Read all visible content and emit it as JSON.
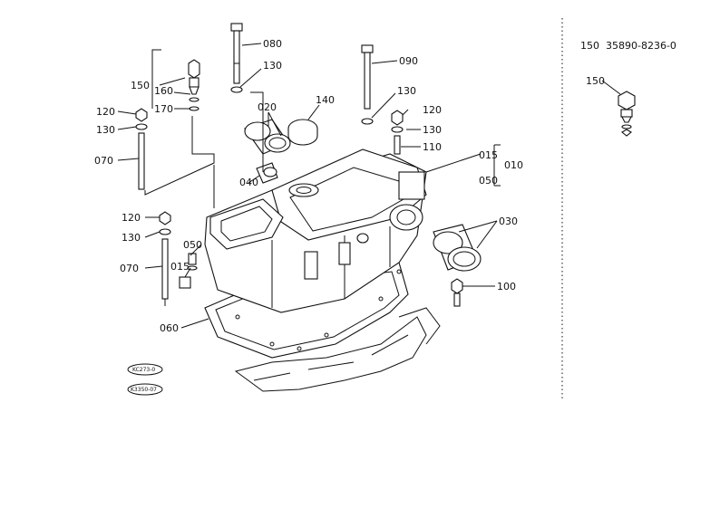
{
  "header": {
    "ref_number": "150",
    "part_number": "35890-8236-0"
  },
  "inset": {
    "label": "150"
  },
  "callouts": {
    "c080": "080",
    "c090": "090",
    "c130a": "130",
    "c130b": "130",
    "c130c": "130",
    "c130d": "130",
    "c130e": "130",
    "c150": "150",
    "c160": "160",
    "c170": "170",
    "c120a": "120",
    "c120b": "120",
    "c120c": "120",
    "c070a": "070",
    "c070b": "070",
    "c020": "020",
    "c140": "140",
    "c110": "110",
    "c015a": "015",
    "c015b": "015",
    "c010": "010",
    "c050a": "050",
    "c050b": "050",
    "c040": "040",
    "c030": "030",
    "c100": "100",
    "c060": "060"
  },
  "stamps": {
    "s1": "KC273-0",
    "s2": "K3350-07"
  }
}
